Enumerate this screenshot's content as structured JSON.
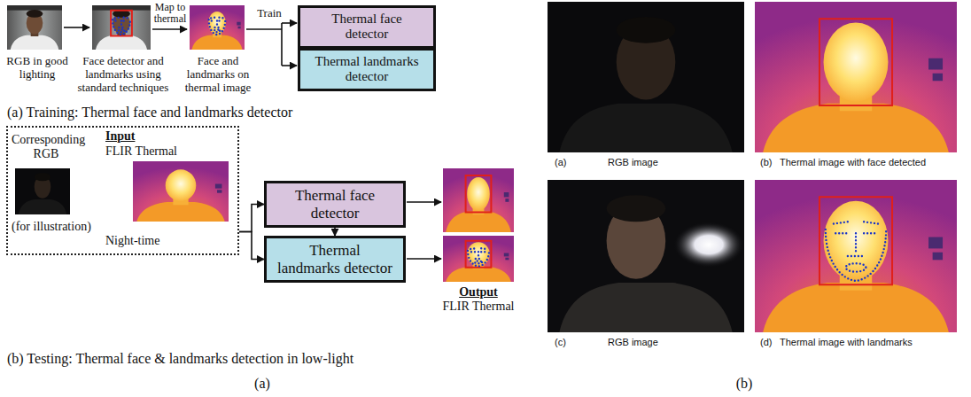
{
  "diagram": {
    "nodes": [
      {
        "text": [
          "Thermal face detector"
        ]
      },
      {
        "text": [
          "Thermal landmarks detector"
        ]
      },
      {
        "text": [
          "Corresponding RGB",
          "Input",
          "FLIR Thermal",
          "(for illustration)",
          "Night-time"
        ]
      },
      {
        "text": [
          "Thermal face detector"
        ]
      },
      {
        "text": [
          "Thermal landmarks detector"
        ]
      }
    ],
    "edges": [
      {
        "from": 2,
        "to": 3,
        "arrow": "to"
      },
      {
        "from": 2,
        "to": 4,
        "arrow": "to"
      },
      {
        "from": 3,
        "to": 4,
        "arrow": "to"
      }
    ],
    "labels": [
      "Map to thermal",
      "Train",
      "RGB in good lighting",
      "Face detector and landmarks using standard techniques",
      "Face and landmarks on thermal image",
      "(a) Training: Thermal face and landmarks detector",
      "Output",
      "FLIR Thermal",
      "(b) Testing: Thermal face & landmarks detection in low-light",
      "(a)",
      "(a)",
      "RGB image",
      "(b)",
      "Thermal image with face detected",
      "(c)",
      "RGB image",
      "(d)",
      "Thermal image with landmarks",
      "(b)"
    ]
  }
}
